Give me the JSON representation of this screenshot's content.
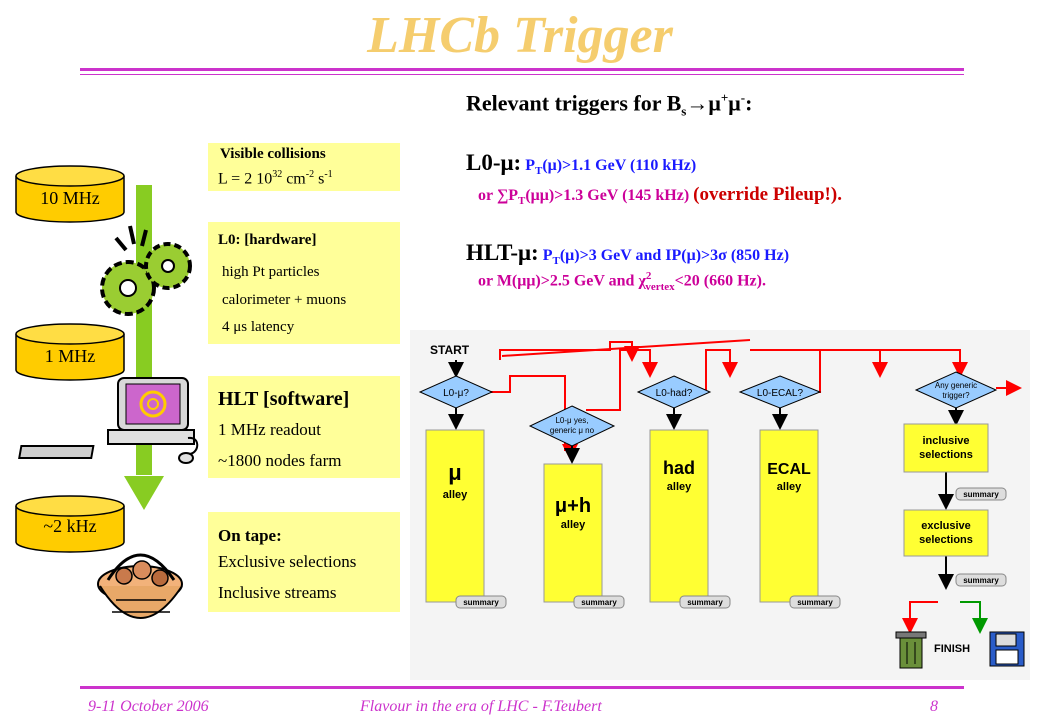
{
  "slide": {
    "title": "LHCb Trigger",
    "footer_left": "9-11 October 2006",
    "footer_center": "Flavour in the era of LHC - F.Teubert",
    "footer_right": "8"
  },
  "rates": {
    "r1": "10 MHz",
    "r2": "1 MHz",
    "r3": "~2 kHz"
  },
  "boxes": {
    "visible": {
      "title": "Visible collisions",
      "lumi_prefix": "L = 2 10",
      "lumi_exp": "32",
      "lumi_unit1": " cm",
      "lumi_exp2": "-2",
      "lumi_unit2": " s",
      "lumi_exp3": "-1"
    },
    "l0": {
      "title": "L0: [hardware]",
      "line1": "high Pt particles",
      "line2": "calorimeter + muons",
      "line3": "4 μs latency"
    },
    "hlt": {
      "title": "HLT [software]",
      "line1": "1 MHz readout",
      "line2": "~1800 nodes farm"
    },
    "tape": {
      "title": "On tape:",
      "line1": "Exclusive selections",
      "line2": "Inclusive streams"
    }
  },
  "relevant": {
    "heading_prefix": "Relevant triggers for B",
    "heading_sub": "s",
    "heading_arrow": "→",
    "heading_mu1": "μ",
    "heading_plus": "+",
    "heading_mu2": "μ",
    "heading_minus": "-",
    "heading_colon": ":",
    "l0_label": "L0-μ:",
    "l0_a1": " P",
    "l0_a1_sub": "T",
    "l0_a2": "(μ)>1.1 GeV (110 kHz)",
    "l0_b1": "or ∑P",
    "l0_b1_sub": "T",
    "l0_b2": "(μμ)>1.3 GeV (145 kHz) ",
    "l0_b3": "(override Pileup!).",
    "hlt_label": "HLT-μ:",
    "hlt_a1": " P",
    "hlt_a1_sub": "T",
    "hlt_a2": "(μ)>3 GeV and IP(μ)>3σ (850 Hz)",
    "hlt_b1": "or M(μμ)>2.5 GeV and χ",
    "hlt_b1_sup": "2",
    "hlt_b1_sub": "vertex",
    "hlt_b2": "<20 (660 Hz)."
  },
  "flow": {
    "start": "START",
    "finish": "FINISH",
    "d1": "L0-μ?",
    "d2a": "L0-μ yes,",
    "d2b": "generic μ no",
    "d3": "L0-had?",
    "d4": "L0-ECAL?",
    "d5a": "Any generic",
    "d5b": "trigger?",
    "a1_big": "μ",
    "a1_small": "alley",
    "a2_big": "μ+h",
    "a2_small": "alley",
    "a3_big": "had",
    "a3_small": "alley",
    "a4_big": "ECAL",
    "a4_small": "alley",
    "incl_a": "inclusive",
    "incl_b": "selections",
    "excl_a": "exclusive",
    "excl_b": "selections",
    "summary": "summary"
  },
  "colors": {
    "title": "#f5cd6e",
    "rule": "#cc33cc",
    "box": "#ffff99",
    "alley": "#ffff33",
    "diamond": "#99ccff",
    "cylinder": "#ffcc00",
    "bar": "#88cc22"
  }
}
